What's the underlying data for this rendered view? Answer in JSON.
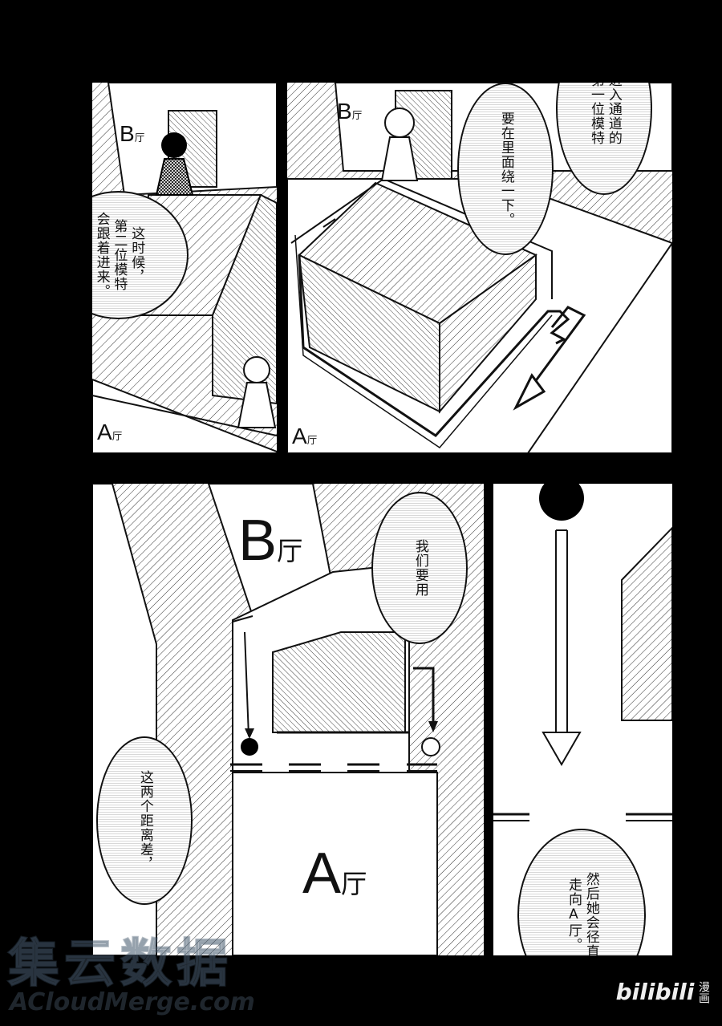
{
  "panels": {
    "p1": {
      "hall_top": "B",
      "hall_bottom": "A",
      "suffix": "厅",
      "bubble": [
        "这时候，",
        "第二位模特",
        "会跟着进来。"
      ]
    },
    "p2": {
      "hall_top": "B",
      "hall_bottom": "A",
      "suffix": "厅",
      "bubble_a": [
        "进入通道的",
        "第一位模特"
      ],
      "bubble_b": [
        "要在里面绕一下。"
      ]
    },
    "p3": {
      "hall_top": "B",
      "hall_bottom": "A",
      "suffix": "厅",
      "bubble_a": [
        "我们要用"
      ],
      "bubble_b": [
        "这两个距离差，"
      ]
    },
    "p4": {
      "bubble": [
        "然后她会径直",
        "走向A厅。"
      ]
    }
  },
  "watermark": {
    "main": "集云数据",
    "sub": "ACloudMerge.com"
  },
  "brand": {
    "logo": "bilibili",
    "text": "漫画"
  },
  "colors": {
    "ink": "#111111",
    "paper": "#ffffff",
    "hatch": "#d8d8d8",
    "gutter": "#000000"
  }
}
